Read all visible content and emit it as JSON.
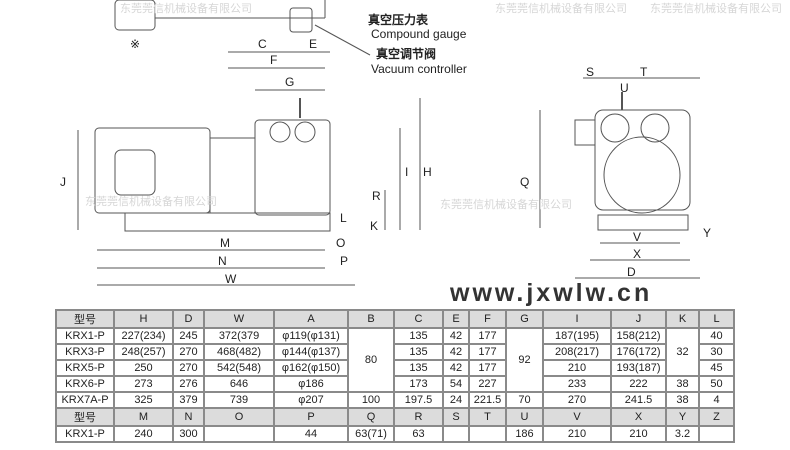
{
  "watermark_company": "东莞莞信机械设备有限公司",
  "watermark_site": "www.jxwlw.cn",
  "callouts": {
    "gauge_cn": "真空压力表",
    "gauge_en": "Compound gauge",
    "controller_cn": "真空调节阀",
    "controller_en": "Vacuum controller"
  },
  "dims": {
    "C": "C",
    "E": "E",
    "F": "F",
    "G": "G",
    "H": "H",
    "I": "I",
    "J": "J",
    "K": "K",
    "L": "L",
    "M": "M",
    "N": "N",
    "O": "O",
    "P": "P",
    "Q": "Q",
    "R": "R",
    "S": "S",
    "T": "T",
    "U": "U",
    "V": "V",
    "W": "W",
    "X": "X",
    "Y": "Y",
    "D": "D",
    "note": "※"
  },
  "table1": {
    "headers": [
      "型号",
      "H",
      "D",
      "W",
      "A",
      "B",
      "C",
      "E",
      "F",
      "G",
      "I",
      "J",
      "K",
      "L"
    ],
    "rows": [
      [
        "KRX1-P",
        "227(234)",
        "245",
        "372(379",
        "φ119(φ131)",
        "80",
        "135",
        "42",
        "177",
        "92",
        "187(195)",
        "158(212)",
        "32",
        "40"
      ],
      [
        "KRX3-P",
        "248(257)",
        "270",
        "468(482)",
        "φ144(φ137)",
        "",
        "135",
        "42",
        "177",
        "",
        "208(217)",
        "176(172)",
        "",
        "30"
      ],
      [
        "KRX5-P",
        "250",
        "270",
        "542(548)",
        "φ162(φ150)",
        "",
        "135",
        "42",
        "177",
        "",
        "210",
        "193(187)",
        "",
        "45"
      ],
      [
        "KRX6-P",
        "273",
        "276",
        "646",
        "φ186",
        "",
        "173",
        "54",
        "227",
        "",
        "233",
        "222",
        "38",
        "50"
      ],
      [
        "KRX7A-P",
        "325",
        "379",
        "739",
        "φ207",
        "100",
        "197.5",
        "24",
        "221.5",
        "70",
        "270",
        "241.5",
        "38",
        "4"
      ]
    ]
  },
  "table2": {
    "headers": [
      "型号",
      "M",
      "N",
      "O",
      "P",
      "Q",
      "R",
      "S",
      "T",
      "U",
      "V",
      "X",
      "Y",
      "Z"
    ],
    "rows": [
      [
        "KRX1-P",
        "240",
        "300",
        "",
        "44",
        "63(71)",
        "63",
        "",
        "",
        "186",
        "210",
        "210",
        "3.2",
        ""
      ]
    ]
  }
}
